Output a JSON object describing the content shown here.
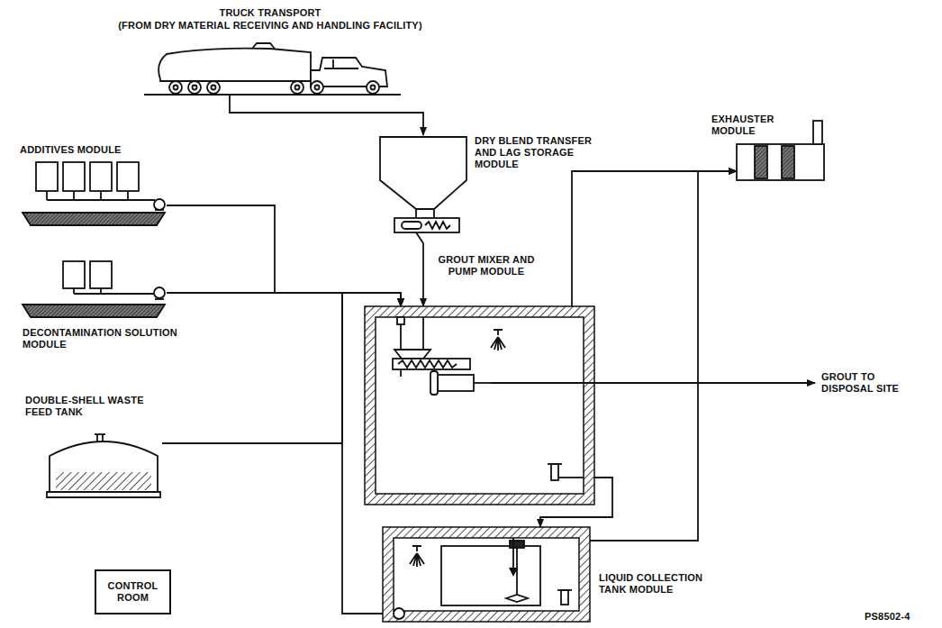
{
  "diagram": {
    "nodes": [
      {
        "text": [
          "TRUCK TRANSPORT",
          "(FROM DRY MATERIAL RECEIVING AND HANDLING FACILITY)"
        ]
      },
      {
        "text": [
          "ADDITIVES MODULE"
        ]
      },
      {
        "text": [
          "DRY BLEND TRANSFER AND LAG STORAGE MODULE"
        ]
      },
      {
        "text": [
          "EXHAUSTER MODULE"
        ]
      },
      {
        "text": [
          "GROUT MIXER AND PUMP MODULE"
        ]
      },
      {
        "text": [
          "DECONTAMINATION SOLUTION MODULE"
        ]
      },
      {
        "text": [
          "DOUBLE-SHELL WASTE FEED TANK"
        ]
      },
      {
        "text": [
          "CONTROL ROOM"
        ]
      },
      {
        "text": [
          "LIQUID COLLECTION TANK MODULE"
        ]
      }
    ],
    "edges": [
      {
        "from": 0,
        "to": 2,
        "arrow": "to"
      },
      {
        "from": 1,
        "to": 4,
        "arrow": "to"
      },
      {
        "from": 2,
        "to": 4,
        "arrow": "to"
      },
      {
        "from": 5,
        "to": 4,
        "arrow": "to"
      },
      {
        "from": 6,
        "to": 4,
        "arrow": "to"
      },
      {
        "from": 8,
        "to": 4,
        "arrow": "to"
      },
      {
        "from": 4,
        "to": 8,
        "arrow": "to"
      },
      {
        "from": 4,
        "to": 3,
        "arrow": "to"
      },
      {
        "from": 8,
        "to": 3,
        "arrow": "to"
      }
    ],
    "labels": [
      "GROUT TO DISPOSAL SITE",
      "PS8502-4"
    ]
  }
}
